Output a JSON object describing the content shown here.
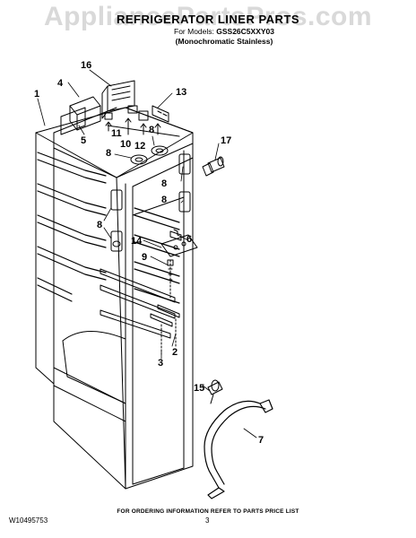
{
  "watermark": "AppliancePartsPros.com",
  "title": "REFRIGERATOR LINER PARTS",
  "model_line": {
    "prefix": "For Models:",
    "model": "GSS26C5XXY03"
  },
  "finish": "(Monochromatic Stainless)",
  "callouts": {
    "c1": "1",
    "c2": "2",
    "c3": "3",
    "c4": "4",
    "c5": "5",
    "c6": "6",
    "c7": "7",
    "c8a": "8",
    "c8b": "8",
    "c8c": "8",
    "c8d": "8",
    "c8e": "8",
    "c9": "9",
    "c10": "10",
    "c11": "11",
    "c12": "12",
    "c13": "13",
    "c14": "14",
    "c15": "15",
    "c16": "16",
    "c17": "17"
  },
  "footer": {
    "ordering": "FOR ORDERING INFORMATION REFER TO PARTS PRICE LIST",
    "doc_number": "W10495753",
    "page": "3"
  }
}
